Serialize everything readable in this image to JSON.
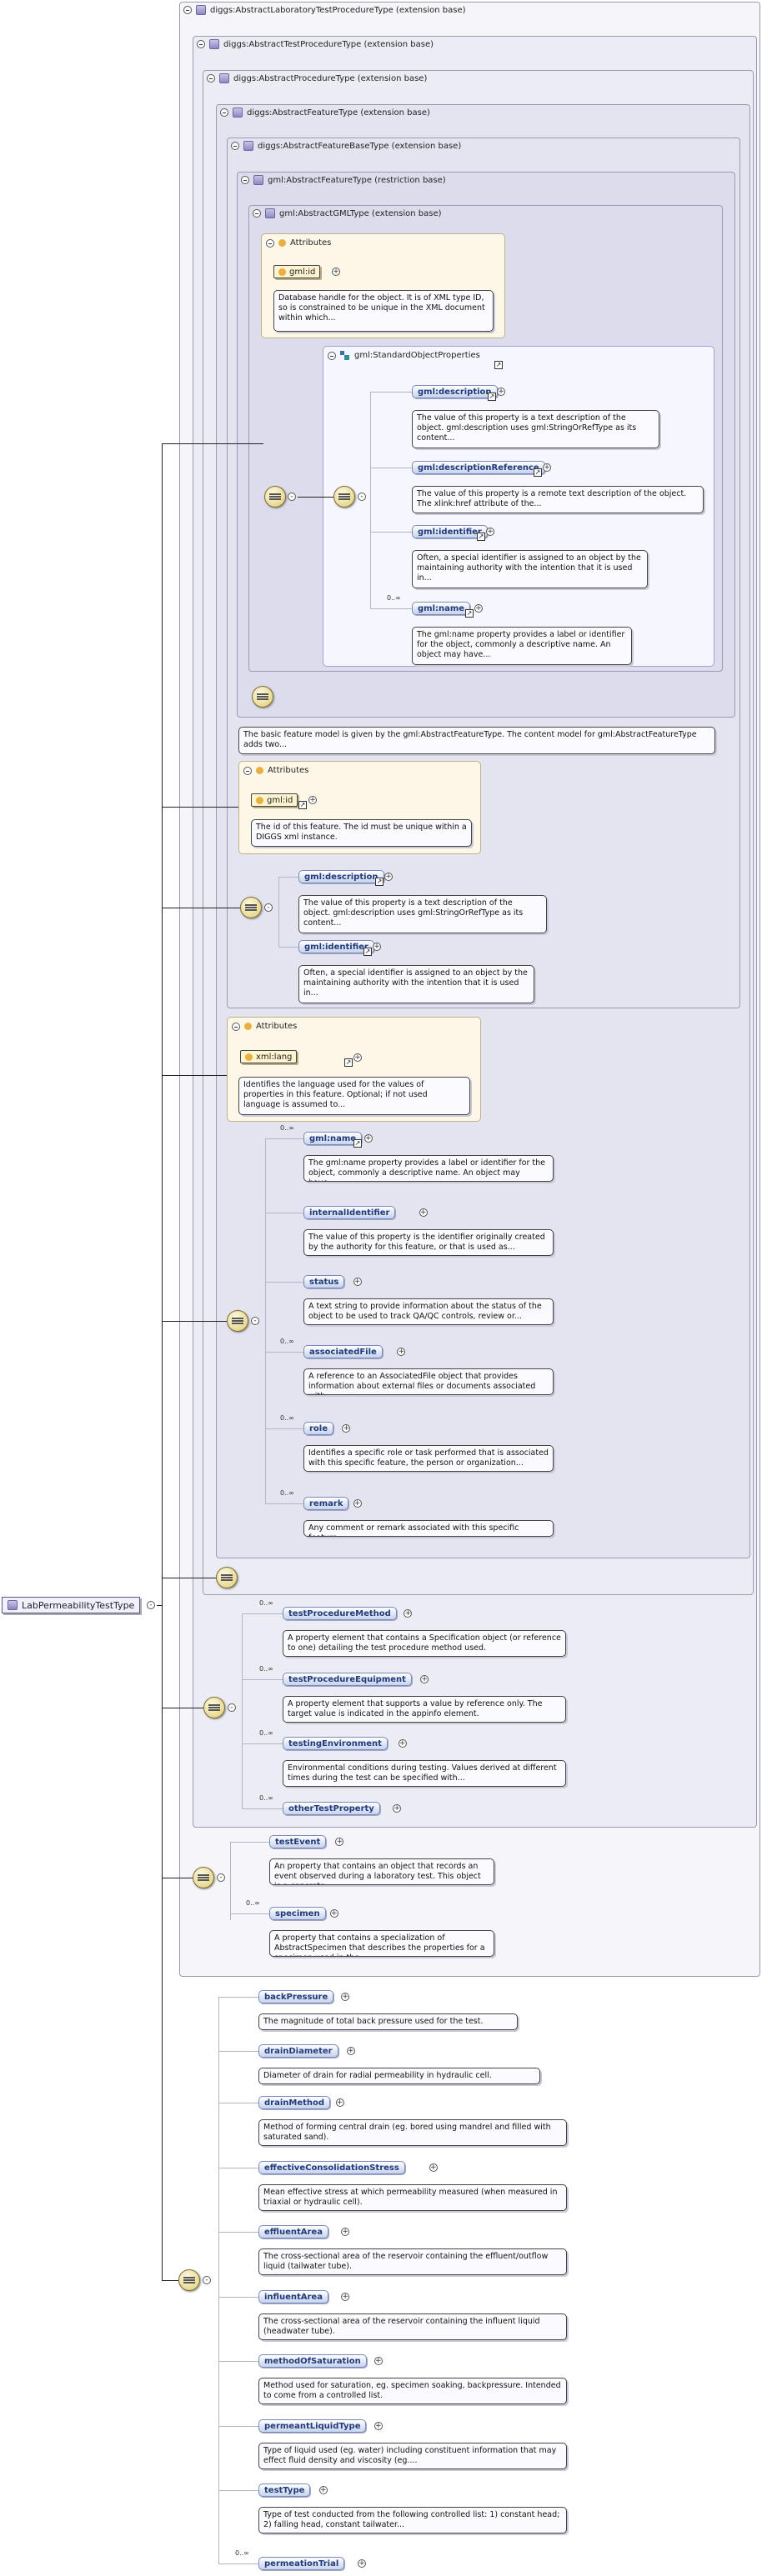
{
  "root": {
    "label": "LabPermeabilityTestType"
  },
  "frames": {
    "f1": "diggs:AbstractLaboratoryTestProcedureType (extension base)",
    "f2": "diggs:AbstractTestProcedureType (extension base)",
    "f3": "diggs:AbstractProcedureType (extension base)",
    "f4": "diggs:AbstractFeatureType (extension base)",
    "f5": "diggs:AbstractFeatureBaseType (extension base)",
    "f6": "gml:AbstractFeatureType (restriction base)",
    "f7": "gml:AbstractGMLType (extension base)"
  },
  "gml_abstract": {
    "attributes_title": "Attributes",
    "id_attr": "gml:id",
    "id_doc": "Database handle for the object. It is of XML type ID, so is constrained to be unique in the XML document within which...",
    "group_title": "gml:StandardObjectProperties",
    "elements": [
      {
        "name": "gml:description",
        "doc": "The value of this property is a text description of the object. gml:description uses gml:StringOrRefType as its content..."
      },
      {
        "name": "gml:descriptionReference",
        "doc": "The value of this property is a remote text description of the object. The xlink:href attribute of the..."
      },
      {
        "name": "gml:identifier",
        "doc": "Often, a special identifier is assigned to an object by the maintaining authority with the intention that it is used in..."
      },
      {
        "name": "gml:name",
        "card": "0..∞",
        "doc": "The gml:name property provides a label or identifier for the object, commonly a descriptive name. An object may have..."
      }
    ]
  },
  "feature_base": {
    "restriction_doc": "The basic feature model is given by the gml:AbstractFeatureType. The content model for gml:AbstractFeatureType adds two...",
    "attributes_title": "Attributes",
    "id_attr": "gml:id",
    "id_doc": "The id of this feature. The id must be unique within a DIGGS xml instance.",
    "elements": [
      {
        "name": "gml:description",
        "doc": "The value of this property is a text description of the object. gml:description uses gml:StringOrRefType as its content..."
      },
      {
        "name": "gml:identifier",
        "doc": "Often, a special identifier is assigned to an object by the maintaining authority with the intention that it is used in..."
      }
    ]
  },
  "feature": {
    "attributes_title": "Attributes",
    "lang_attr": "xml:lang",
    "lang_doc": "Identifies the language used for the values of properties in this feature. Optional; if not used language is assumed to...",
    "elements": [
      {
        "name": "gml:name",
        "card": "0..∞",
        "doc": "The gml:name property provides a label or identifier for the object, commonly a descriptive name. An object may have..."
      },
      {
        "name": "internalIdentifier",
        "card": "",
        "doc": "The value of this property is the identifier originally created by the authority for this feature, or that is used as..."
      },
      {
        "name": "status",
        "card": "",
        "doc": "A text string to provide information about the status of the object to be used to track QA/QC controls, review or..."
      },
      {
        "name": "associatedFile",
        "card": "0..∞",
        "doc": "A reference to an AssociatedFile object that provides information about external files or documents associated with..."
      },
      {
        "name": "role",
        "card": "0..∞",
        "doc": "Identifies a specific role or task performed that is associated with this specific feature, the person or organization..."
      },
      {
        "name": "remark",
        "card": "0..∞",
        "doc": "Any comment or remark associated with this specific feature."
      }
    ]
  },
  "test_procedure": {
    "elements": [
      {
        "name": "testProcedureMethod",
        "card": "0..∞",
        "doc": "A property element that contains a Specification object (or reference to one) detailing the test procedure method used."
      },
      {
        "name": "testProcedureEquipment",
        "card": "0..∞",
        "doc": "A property element that supports a value by reference only. The target value is indicated in the appinfo element."
      },
      {
        "name": "testingEnvironment",
        "card": "0..∞",
        "doc": "Environmental conditions during testing. Values derived at different times during the test can be specified with..."
      },
      {
        "name": "otherTestProperty",
        "card": "0..∞",
        "doc": ""
      }
    ]
  },
  "lab_procedure": {
    "elements": [
      {
        "name": "testEvent",
        "card": "",
        "doc": "An property that contains an object that records an event observed during a laboratory test. This object is a concrete..."
      },
      {
        "name": "specimen",
        "card": "0..∞",
        "doc": "A property that contains a specialization of AbstractSpecimen that describes the properties for a specimen used in the..."
      }
    ]
  },
  "permeability": {
    "elements": [
      {
        "name": "backPressure",
        "card": "",
        "doc": "The magnitude of total back pressure used for the test."
      },
      {
        "name": "drainDiameter",
        "card": "",
        "doc": "Diameter of drain for radial permeability in hydraulic cell."
      },
      {
        "name": "drainMethod",
        "card": "",
        "doc": "Method of forming central drain (eg. bored using mandrel and filled with saturated sand)."
      },
      {
        "name": "effectiveConsolidationStress",
        "card": "",
        "doc": "Mean effective stress at which permeability measured (when measured in triaxial or hydraulic cell)."
      },
      {
        "name": "effluentArea",
        "card": "",
        "doc": "The cross-sectional area of the reservoir containing the effluent/outflow liquid (tailwater tube)."
      },
      {
        "name": "influentArea",
        "card": "",
        "doc": "The cross-sectional area of the reservoir containing the influent liquid (headwater tube)."
      },
      {
        "name": "methodOfSaturation",
        "card": "",
        "doc": "Method used for saturation, eg. specimen soaking, backpressure. Intended to come from a controlled list."
      },
      {
        "name": "permeantLiquidType",
        "card": "",
        "doc": "Type of liquid used (eg. water) including constituent information that may effect fluid density and viscosity (eg...."
      },
      {
        "name": "testType",
        "card": "",
        "doc": "Type of test conducted from the following controlled list: 1) constant head; 2) falling head, constant tailwater..."
      },
      {
        "name": "permeationTrial",
        "card": "0..∞",
        "doc": ""
      }
    ]
  }
}
